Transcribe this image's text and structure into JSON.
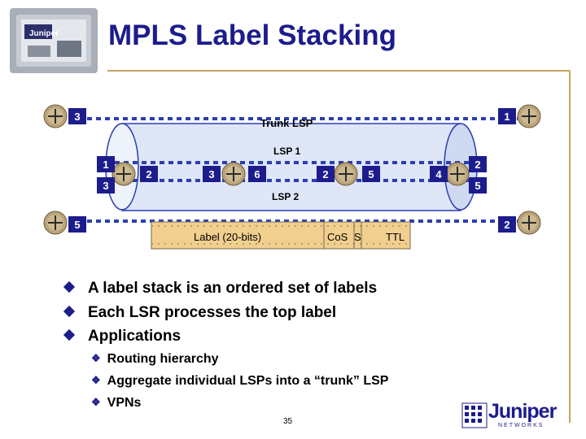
{
  "slide": {
    "title": "MPLS Label Stacking",
    "page_number": "35"
  },
  "diagram": {
    "trunk_label": "Trunk LSP",
    "lsp1_label": "LSP 1",
    "lsp2_label": "LSP 2",
    "labels": {
      "left_top": "3",
      "right_top": "1",
      "left_mid_top": "1",
      "left_mid_bottom": "3",
      "mid_a_left": "2",
      "mid_b_left": "3",
      "mid_b_right": "6",
      "mid_c_left": "2",
      "mid_c_right": "5",
      "mid_d_left": "4",
      "right_mid_top": "2",
      "right_mid_bottom": "5",
      "left_bottom": "5",
      "right_bottom": "2"
    },
    "header": {
      "label_field": "Label (20-bits)",
      "cos_field": "CoS",
      "s_field": "S",
      "ttl_field": "TTL"
    },
    "colors": {
      "title": "#1c1c8c",
      "pipe": "#dfe6f7",
      "lsp_line": "#2b3fb0",
      "header_box": "#f1cf8f",
      "label_box": "#1c1c8c",
      "rule_line": "#c8a060"
    }
  },
  "bullets": [
    {
      "text": "A label stack is an ordered set of labels"
    },
    {
      "text": "Each LSR processes the top label"
    },
    {
      "text": "Applications"
    }
  ],
  "sub_bullets": [
    {
      "text": "Routing hierarchy"
    },
    {
      "text": "Aggregate individual LSPs into a “trunk” LSP"
    },
    {
      "text": "VPNs"
    }
  ],
  "logo": {
    "text": "Juniper",
    "sub": "NETWORKS",
    "chip_text": "Juniper"
  }
}
